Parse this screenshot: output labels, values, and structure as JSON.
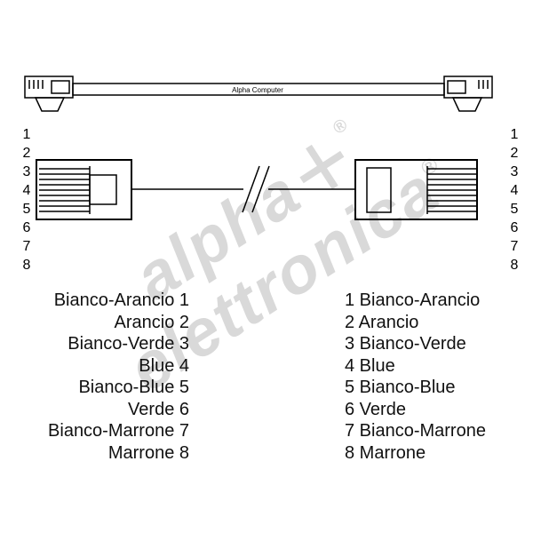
{
  "colors": {
    "line": "#000000",
    "watermark": "#d9d9d9",
    "background": "#ffffff"
  },
  "watermark": {
    "word1": "alpha",
    "plus": "+",
    "word2": "elettronica",
    "reg": "®"
  },
  "top_cable": {
    "label": "Alpha Computer"
  },
  "pins": {
    "left": [
      "1",
      "2",
      "3",
      "4",
      "5",
      "6",
      "7",
      "8"
    ],
    "right": [
      "1",
      "2",
      "3",
      "4",
      "5",
      "6",
      "7",
      "8"
    ]
  },
  "pinout": {
    "rows": [
      {
        "left": "Bianco-Arancio 1",
        "right": "1 Bianco-Arancio"
      },
      {
        "left": "Arancio 2",
        "right": "2 Arancio"
      },
      {
        "left": "Bianco-Verde 3",
        "right": "3 Bianco-Verde"
      },
      {
        "left": "Blue 4",
        "right": "4 Blue"
      },
      {
        "left": "Bianco-Blue 5",
        "right": "5 Bianco-Blue"
      },
      {
        "left": "Verde 6",
        "right": "6 Verde"
      },
      {
        "left": "Bianco-Marrone 7",
        "right": "7 Bianco-Marrone"
      },
      {
        "left": "Marrone 8",
        "right": "8 Marrone"
      }
    ]
  }
}
